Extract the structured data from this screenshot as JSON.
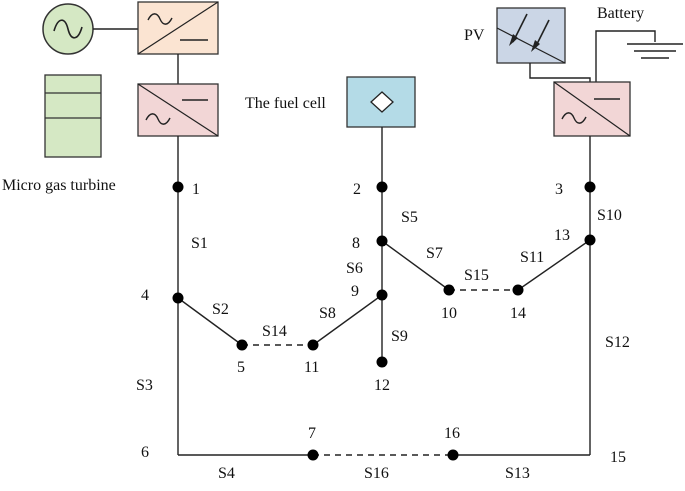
{
  "components": {
    "micro_gas_turbine": "Micro gas turbine",
    "fuel_cell": "The fuel cell",
    "pv": "PV",
    "battery": "Battery"
  },
  "nodes": [
    "1",
    "2",
    "3",
    "4",
    "5",
    "6",
    "7",
    "8",
    "9",
    "10",
    "11",
    "12",
    "13",
    "14",
    "15",
    "16"
  ],
  "switches": [
    "S1",
    "S2",
    "S3",
    "S4",
    "S5",
    "S6",
    "S7",
    "S8",
    "S9",
    "S10",
    "S11",
    "S12",
    "S13",
    "S14",
    "S15",
    "S16"
  ],
  "colors": {
    "generator_fill": "#d5e8c4",
    "converter_top_fill": "#fbe4d2",
    "converter_fill": "#f2d6d6",
    "fuel_cell_fill": "#b4dbe7",
    "pv_fill": "#cbd6e6",
    "turbine_fill": "#d5e8c4",
    "outline": "#333333"
  }
}
